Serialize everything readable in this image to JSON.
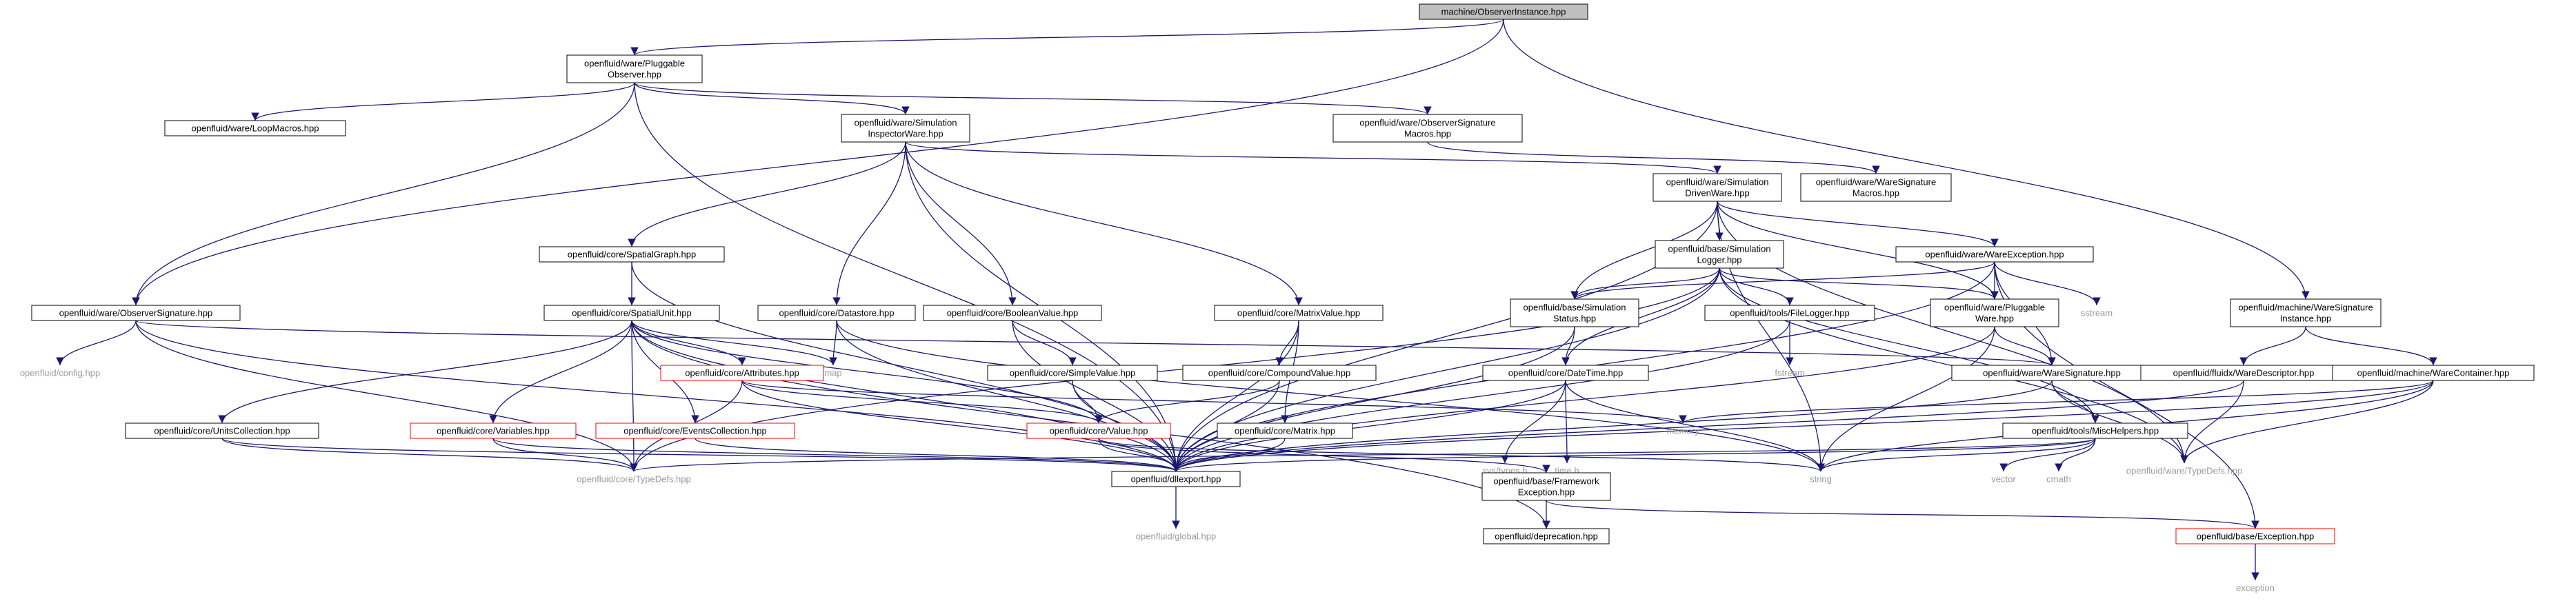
{
  "diagram": {
    "colors": {
      "edge": "#191970",
      "box_border": "#000000",
      "root_fill": "#bfbfbf",
      "truncated_border": "#ff0000",
      "external_text": "#9a9a9a"
    },
    "nodes": [
      {
        "id": "root",
        "style": "root",
        "lines": [
          "machine/ObserverInstance.hpp"
        ]
      },
      {
        "id": "pluggable_observer",
        "style": "normal",
        "lines": [
          "openfluid/ware/Pluggable",
          "Observer.hpp"
        ]
      },
      {
        "id": "observer_signature",
        "style": "normal",
        "lines": [
          "openfluid/ware/ObserverSignature.hpp"
        ]
      },
      {
        "id": "loop_macros",
        "style": "normal",
        "lines": [
          "openfluid/ware/LoopMacros.hpp"
        ]
      },
      {
        "id": "sim_inspector",
        "style": "normal",
        "lines": [
          "openfluid/ware/Simulation",
          "InspectorWare.hpp"
        ]
      },
      {
        "id": "obs_sig_macros",
        "style": "normal",
        "lines": [
          "openfluid/ware/ObserverSignature",
          "Macros.hpp"
        ]
      },
      {
        "id": "ware_sig_macros",
        "style": "normal",
        "lines": [
          "openfluid/ware/WareSignature",
          "Macros.hpp"
        ]
      },
      {
        "id": "sim_driven",
        "style": "normal",
        "lines": [
          "openfluid/ware/Simulation",
          "DrivenWare.hpp"
        ]
      },
      {
        "id": "spatial_graph",
        "style": "normal",
        "lines": [
          "openfluid/core/SpatialGraph.hpp"
        ]
      },
      {
        "id": "sim_logger",
        "style": "normal",
        "lines": [
          "openfluid/base/Simulation",
          "Logger.hpp"
        ]
      },
      {
        "id": "ware_exception",
        "style": "normal",
        "lines": [
          "openfluid/ware/WareException.hpp"
        ]
      },
      {
        "id": "spatial_unit",
        "style": "normal",
        "lines": [
          "openfluid/core/SpatialUnit.hpp"
        ]
      },
      {
        "id": "datastore",
        "style": "normal",
        "lines": [
          "openfluid/core/Datastore.hpp"
        ]
      },
      {
        "id": "boolean_value",
        "style": "normal",
        "lines": [
          "openfluid/core/BooleanValue.hpp"
        ]
      },
      {
        "id": "matrix_value",
        "style": "normal",
        "lines": [
          "openfluid/core/MatrixValue.hpp"
        ]
      },
      {
        "id": "sim_status",
        "style": "normal",
        "lines": [
          "openfluid/base/Simulation",
          "Status.hpp"
        ]
      },
      {
        "id": "file_logger",
        "style": "normal",
        "lines": [
          "openfluid/tools/FileLogger.hpp"
        ]
      },
      {
        "id": "pluggable_ware",
        "style": "normal",
        "lines": [
          "openfluid/ware/Pluggable",
          "Ware.hpp"
        ]
      },
      {
        "id": "sstream",
        "style": "external",
        "lines": [
          "sstream"
        ]
      },
      {
        "id": "ware_sig_instance",
        "style": "normal",
        "lines": [
          "openfluid/machine/WareSignature",
          "Instance.hpp"
        ]
      },
      {
        "id": "config",
        "style": "external",
        "lines": [
          "openfluid/config.hpp"
        ]
      },
      {
        "id": "map",
        "style": "external",
        "lines": [
          "map"
        ]
      },
      {
        "id": "attributes",
        "style": "truncated",
        "lines": [
          "openfluid/core/Attributes.hpp"
        ]
      },
      {
        "id": "simple_value",
        "style": "normal",
        "lines": [
          "openfluid/core/SimpleValue.hpp"
        ]
      },
      {
        "id": "compound_value",
        "style": "normal",
        "lines": [
          "openfluid/core/CompoundValue.hpp"
        ]
      },
      {
        "id": "datetime",
        "style": "normal",
        "lines": [
          "openfluid/core/DateTime.hpp"
        ]
      },
      {
        "id": "fstream",
        "style": "external",
        "lines": [
          "fstream"
        ]
      },
      {
        "id": "ware_signature",
        "style": "normal",
        "lines": [
          "openfluid/ware/WareSignature.hpp"
        ]
      },
      {
        "id": "ware_descriptor",
        "style": "normal",
        "lines": [
          "openfluid/fluidx/WareDescriptor.hpp"
        ]
      },
      {
        "id": "ware_container",
        "style": "normal",
        "lines": [
          "openfluid/machine/WareContainer.hpp"
        ]
      },
      {
        "id": "units_collection",
        "style": "normal",
        "lines": [
          "openfluid/core/UnitsCollection.hpp"
        ]
      },
      {
        "id": "variables",
        "style": "truncated",
        "lines": [
          "openfluid/core/Variables.hpp"
        ]
      },
      {
        "id": "events_collection",
        "style": "truncated",
        "lines": [
          "openfluid/core/EventsCollection.hpp"
        ]
      },
      {
        "id": "value",
        "style": "truncated",
        "lines": [
          "openfluid/core/Value.hpp"
        ]
      },
      {
        "id": "matrix",
        "style": "normal",
        "lines": [
          "openfluid/core/Matrix.hpp"
        ]
      },
      {
        "id": "memory",
        "style": "external",
        "lines": [
          "memory"
        ]
      },
      {
        "id": "sys_types",
        "style": "external",
        "lines": [
          "sys/types.h"
        ]
      },
      {
        "id": "time_h",
        "style": "external",
        "lines": [
          "time.h"
        ]
      },
      {
        "id": "misc_helpers",
        "style": "normal",
        "lines": [
          "openfluid/tools/MiscHelpers.hpp"
        ]
      },
      {
        "id": "ware_typedefs",
        "style": "external",
        "lines": [
          "openfluid/ware/TypeDefs.hpp"
        ]
      },
      {
        "id": "core_typedefs",
        "style": "external",
        "lines": [
          "openfluid/core/TypeDefs.hpp"
        ]
      },
      {
        "id": "dllexport",
        "style": "normal",
        "lines": [
          "openfluid/dllexport.hpp"
        ]
      },
      {
        "id": "framework_exception",
        "style": "normal",
        "lines": [
          "openfluid/base/Framework",
          "Exception.hpp"
        ]
      },
      {
        "id": "string",
        "style": "external",
        "lines": [
          "string"
        ]
      },
      {
        "id": "vector",
        "style": "external",
        "lines": [
          "vector"
        ]
      },
      {
        "id": "cmath",
        "style": "external",
        "lines": [
          "cmath"
        ]
      },
      {
        "id": "global",
        "style": "external",
        "lines": [
          "openfluid/global.hpp"
        ]
      },
      {
        "id": "deprecation",
        "style": "normal",
        "lines": [
          "openfluid/deprecation.hpp"
        ]
      },
      {
        "id": "base_exception",
        "style": "truncated",
        "lines": [
          "openfluid/base/Exception.hpp"
        ]
      },
      {
        "id": "exception",
        "style": "external",
        "lines": [
          "exception"
        ]
      }
    ],
    "edges": [
      [
        "root",
        "pluggable_observer"
      ],
      [
        "root",
        "observer_signature"
      ],
      [
        "root",
        "ware_sig_instance"
      ],
      [
        "pluggable_observer",
        "observer_signature"
      ],
      [
        "pluggable_observer",
        "loop_macros"
      ],
      [
        "pluggable_observer",
        "sim_inspector"
      ],
      [
        "pluggable_observer",
        "obs_sig_macros"
      ],
      [
        "pluggable_observer",
        "dllexport"
      ],
      [
        "observer_signature",
        "config"
      ],
      [
        "observer_signature",
        "ware_signature"
      ],
      [
        "observer_signature",
        "core_typedefs"
      ],
      [
        "observer_signature",
        "dllexport"
      ],
      [
        "obs_sig_macros",
        "ware_sig_macros"
      ],
      [
        "sim_inspector",
        "spatial_graph"
      ],
      [
        "sim_inspector",
        "datastore"
      ],
      [
        "sim_inspector",
        "boolean_value"
      ],
      [
        "sim_inspector",
        "matrix_value"
      ],
      [
        "sim_inspector",
        "sim_driven"
      ],
      [
        "sim_inspector",
        "dllexport"
      ],
      [
        "sim_driven",
        "sim_logger"
      ],
      [
        "sim_driven",
        "ware_exception"
      ],
      [
        "sim_driven",
        "sim_status"
      ],
      [
        "sim_driven",
        "pluggable_ware"
      ],
      [
        "sim_driven",
        "dllexport"
      ],
      [
        "sim_driven",
        "string"
      ],
      [
        "sim_driven",
        "ware_typedefs"
      ],
      [
        "spatial_graph",
        "spatial_unit"
      ],
      [
        "spatial_graph",
        "dllexport"
      ],
      [
        "sim_logger",
        "sim_status"
      ],
      [
        "sim_logger",
        "file_logger"
      ],
      [
        "sim_logger",
        "datetime"
      ],
      [
        "sim_logger",
        "pluggable_ware"
      ],
      [
        "sim_logger",
        "dllexport"
      ],
      [
        "sim_logger",
        "core_typedefs"
      ],
      [
        "sim_logger",
        "misc_helpers"
      ],
      [
        "sim_logger",
        "ware_typedefs"
      ],
      [
        "ware_exception",
        "sim_status"
      ],
      [
        "ware_exception",
        "pluggable_ware"
      ],
      [
        "ware_exception",
        "sstream"
      ],
      [
        "ware_exception",
        "ware_signature"
      ],
      [
        "ware_exception",
        "dllexport"
      ],
      [
        "ware_exception",
        "base_exception"
      ],
      [
        "spatial_unit",
        "units_collection"
      ],
      [
        "spatial_unit",
        "variables"
      ],
      [
        "spatial_unit",
        "events_collection"
      ],
      [
        "spatial_unit",
        "attributes"
      ],
      [
        "spatial_unit",
        "map"
      ],
      [
        "spatial_unit",
        "value"
      ],
      [
        "spatial_unit",
        "dllexport"
      ],
      [
        "spatial_unit",
        "core_typedefs"
      ],
      [
        "spatial_unit",
        "deprecation"
      ],
      [
        "datastore",
        "map"
      ],
      [
        "datastore",
        "string"
      ],
      [
        "datastore",
        "dllexport"
      ],
      [
        "boolean_value",
        "simple_value"
      ],
      [
        "boolean_value",
        "dllexport"
      ],
      [
        "matrix_value",
        "compound_value"
      ],
      [
        "matrix_value",
        "matrix"
      ],
      [
        "matrix_value",
        "dllexport"
      ],
      [
        "simple_value",
        "value"
      ],
      [
        "simple_value",
        "dllexport"
      ],
      [
        "compound_value",
        "value"
      ],
      [
        "compound_value",
        "dllexport"
      ],
      [
        "attributes",
        "value"
      ],
      [
        "attributes",
        "memory"
      ],
      [
        "attributes",
        "core_typedefs"
      ],
      [
        "attributes",
        "dllexport"
      ],
      [
        "sim_status",
        "datetime"
      ],
      [
        "sim_status",
        "dllexport"
      ],
      [
        "file_logger",
        "fstream"
      ],
      [
        "file_logger",
        "dllexport"
      ],
      [
        "pluggable_ware",
        "ware_signature"
      ],
      [
        "pluggable_ware",
        "dllexport"
      ],
      [
        "pluggable_ware",
        "string"
      ],
      [
        "datetime",
        "sys_types"
      ],
      [
        "datetime",
        "time_h"
      ],
      [
        "datetime",
        "string"
      ],
      [
        "datetime",
        "dllexport"
      ],
      [
        "ware_signature",
        "ware_typedefs"
      ],
      [
        "ware_signature",
        "misc_helpers"
      ],
      [
        "ware_signature",
        "dllexport"
      ],
      [
        "ware_sig_instance",
        "ware_descriptor"
      ],
      [
        "ware_sig_instance",
        "ware_container"
      ],
      [
        "ware_descriptor",
        "ware_typedefs"
      ],
      [
        "ware_descriptor",
        "dllexport"
      ],
      [
        "ware_container",
        "ware_typedefs"
      ],
      [
        "ware_container",
        "string"
      ],
      [
        "ware_container",
        "memory"
      ],
      [
        "ware_container",
        "dllexport"
      ],
      [
        "units_collection",
        "core_typedefs"
      ],
      [
        "units_collection",
        "dllexport"
      ],
      [
        "variables",
        "core_typedefs"
      ],
      [
        "variables",
        "dllexport"
      ],
      [
        "events_collection",
        "dllexport"
      ],
      [
        "value",
        "framework_exception"
      ],
      [
        "value",
        "string"
      ],
      [
        "value",
        "dllexport"
      ],
      [
        "matrix",
        "dllexport"
      ],
      [
        "misc_helpers",
        "string"
      ],
      [
        "misc_helpers",
        "vector"
      ],
      [
        "misc_helpers",
        "cmath"
      ],
      [
        "misc_helpers",
        "dllexport"
      ],
      [
        "misc_helpers",
        "core_typedefs"
      ],
      [
        "dllexport",
        "global"
      ],
      [
        "framework_exception",
        "deprecation"
      ],
      [
        "framework_exception",
        "base_exception"
      ],
      [
        "base_exception",
        "exception"
      ]
    ]
  }
}
